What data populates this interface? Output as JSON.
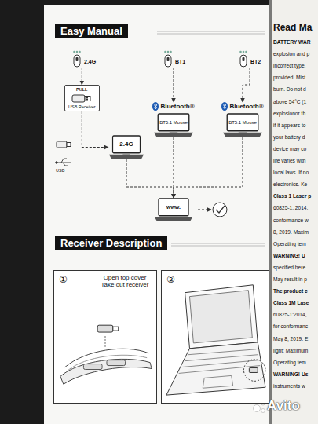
{
  "diagram": {
    "title": "Easy Manual",
    "nodes": [
      {
        "text": [
          "2.4G"
        ]
      },
      {
        "text": [
          "BT1"
        ]
      },
      {
        "text": [
          "BT2"
        ]
      },
      {
        "text": [
          "PULL",
          "USB Receiver"
        ]
      },
      {
        "text": [
          "2.4G"
        ]
      },
      {
        "text": [
          "Bluetooth®",
          "BT5.1 Mouse"
        ]
      },
      {
        "text": [
          "Bluetooth®",
          "BT5.1 Mouse"
        ]
      },
      {
        "text": [
          "www."
        ]
      },
      {
        "text": [
          "Receiver Description"
        ]
      },
      {
        "text": [
          "①",
          "Open top cover Take out receiver"
        ]
      },
      {
        "text": [
          "②"
        ]
      }
    ],
    "edges": [
      {
        "from": 0,
        "to": 3,
        "arrow": "to"
      },
      {
        "from": 3,
        "to": 4,
        "arrow": "to"
      },
      {
        "from": 1,
        "to": 5,
        "arrow": "to"
      },
      {
        "from": 2,
        "to": 6,
        "arrow": "to"
      },
      {
        "from": 4,
        "to": 7,
        "arrow": "to"
      },
      {
        "from": 5,
        "to": 7,
        "arrow": "to"
      },
      {
        "from": 6,
        "to": 7,
        "arrow": "to"
      }
    ],
    "labels": [
      "USB",
      "Read Ma",
      "BATTERY WAR",
      "explosion and p",
      "incorrect type.",
      "provided. Mist",
      "burn. Do not d",
      "above 54°C (1",
      "explosionor th",
      "if it appears to",
      "your battery d",
      "device may co",
      "life varies with",
      "local laws. If no",
      "electronics. Ke",
      "Class 1 Laser p",
      "60825-1: 2014,",
      "conformance w",
      "8, 2019. Maxim",
      "Operating tem",
      "WARNING! U",
      "specified here",
      "May result in p",
      "The product c",
      "Class 1M Lase",
      "60825-1:2014,",
      "for conformanc",
      "May 8, 2019. E",
      "light; Maximum",
      "Operating tem",
      "WARNING! Us",
      "instruments w",
      "Avito"
    ]
  }
}
